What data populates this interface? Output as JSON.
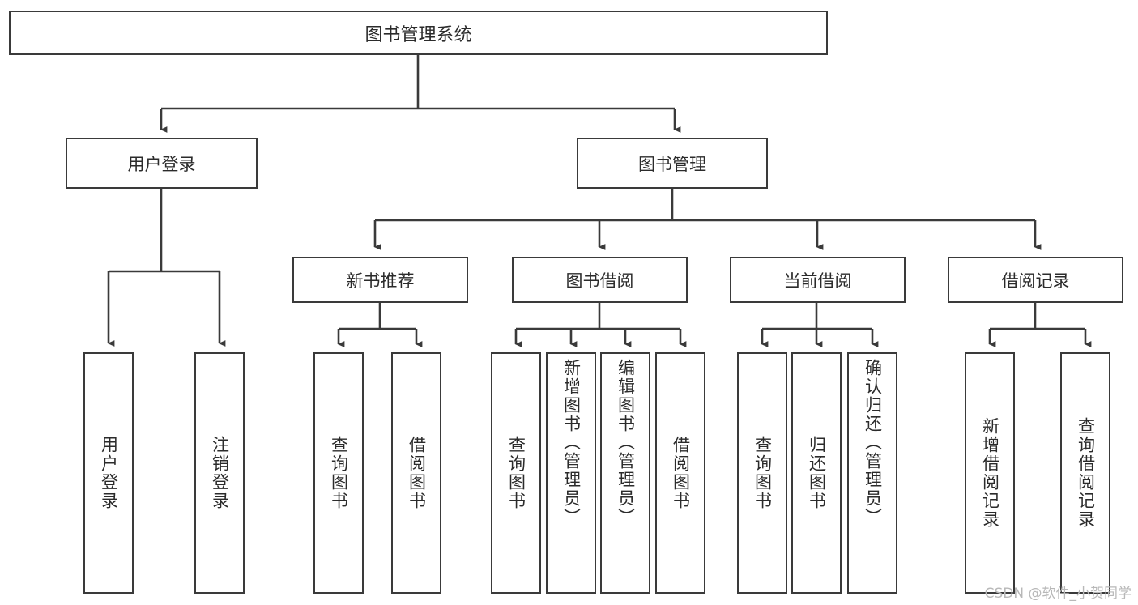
{
  "diagram": {
    "title": "图书管理系统",
    "watermark": "CSDN @软件_小贺同学",
    "line_color": "#3a3a3a",
    "box_fill": "#ffffff",
    "text_color": "#2b2b2b",
    "watermark_color": "#b8b8b8",
    "root": {
      "label": "图书管理系统"
    },
    "level2": [
      {
        "label": "用户登录"
      },
      {
        "label": "图书管理"
      }
    ],
    "level3": [
      {
        "label": "新书推荐"
      },
      {
        "label": "图书借阅"
      },
      {
        "label": "当前借阅"
      },
      {
        "label": "借阅记录"
      }
    ],
    "leaves": {
      "user_login": [
        {
          "label": "用户登录"
        },
        {
          "label": "注销登录"
        }
      ],
      "new_book_rec": [
        {
          "label": "查询图书"
        },
        {
          "label": "借阅图书"
        }
      ],
      "book_borrow": [
        {
          "label": "查询图书"
        },
        {
          "label": "新增图书（管理员）"
        },
        {
          "label": "编辑图书（管理员）"
        },
        {
          "label": "借阅图书"
        }
      ],
      "current_borrow": [
        {
          "label": "查询图书"
        },
        {
          "label": "归还图书"
        },
        {
          "label": "确认归还（管理员）"
        }
      ],
      "borrow_record": [
        {
          "label": "新增借阅记录"
        },
        {
          "label": "查询借阅记录"
        }
      ]
    }
  }
}
